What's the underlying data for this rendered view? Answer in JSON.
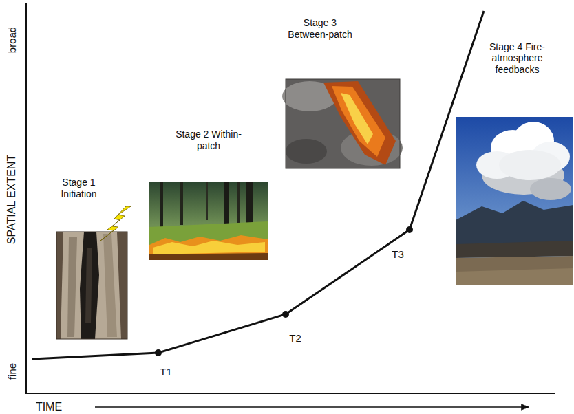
{
  "diagram": {
    "nodes": [
      {
        "text": [
          "Stage 1 Initiation"
        ]
      },
      {
        "text": [
          "Stage 2 Within-patch"
        ]
      },
      {
        "text": [
          "Stage 3 Between-patch"
        ]
      },
      {
        "text": [
          "Stage 4 Fire-atmosphere feedbacks"
        ]
      }
    ],
    "labels": [
      "broad",
      "SPATIAL EXTENT",
      "fine",
      "TIME",
      "T1",
      "T2",
      "T3"
    ]
  }
}
